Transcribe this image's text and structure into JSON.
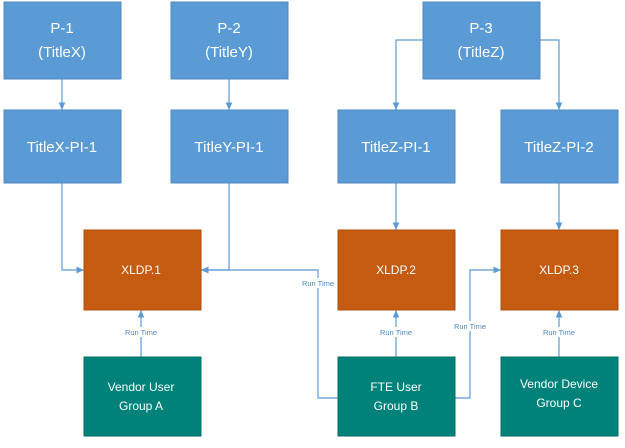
{
  "nodes": {
    "p1": {
      "line1": "P-1",
      "line2": "(TitleX)"
    },
    "p2": {
      "line1": "P-2",
      "line2": "(TitleY)"
    },
    "p3": {
      "line1": "P-3",
      "line2": "(TitleZ)"
    },
    "titlex_pi_1": {
      "label": "TitleX-PI-1"
    },
    "titley_pi_1": {
      "label": "TitleY-PI-1"
    },
    "titlez_pi_1": {
      "label": "TitleZ-PI-1"
    },
    "titlez_pi_2": {
      "label": "TitleZ-PI-2"
    },
    "xldp1": {
      "label": "XLDP.1"
    },
    "xldp2": {
      "label": "XLDP.2"
    },
    "xldp3": {
      "label": "XLDP.3"
    },
    "vendor_user_a": {
      "line1": "Vendor User",
      "line2": "Group A"
    },
    "fte_user_b": {
      "line1": "FTE User",
      "line2": "Group B"
    },
    "vendor_device_c": {
      "line1": "Vendor Device",
      "line2": "Group C"
    }
  },
  "edge_labels": {
    "vendor_a_to_xldp1": "Run Time",
    "fte_b_to_xldp2": "Run Time",
    "fte_b_to_xldp1": "Run Time",
    "fte_b_to_xldp3": "Run Time",
    "vendor_c_to_xldp3": "Run Time"
  },
  "colors": {
    "project_box": "#5b9bd5",
    "xldp_box": "#c55a11",
    "group_box": "#00817a",
    "connector": "#5b9bd5"
  }
}
